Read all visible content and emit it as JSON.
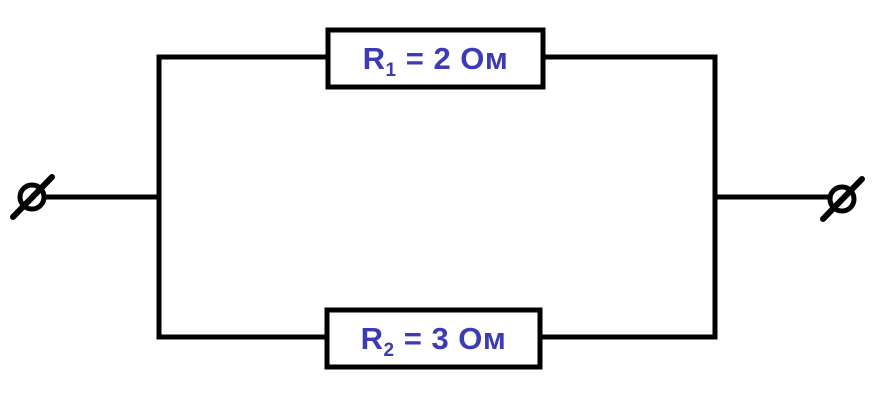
{
  "diagram": {
    "type": "circuit",
    "colors": {
      "wire": "#000000",
      "label_text": "#3B3BB5",
      "background": "#FFFFFF"
    },
    "terminals": {
      "symbol": "circle-with-slash",
      "left": "terminal-left",
      "right": "terminal-right"
    },
    "resistors": [
      {
        "symbol": "R",
        "subscript": "1",
        "value_text": " = 2 Ом"
      },
      {
        "symbol": "R",
        "subscript": "2",
        "value_text": " = 3 Ом"
      }
    ]
  }
}
